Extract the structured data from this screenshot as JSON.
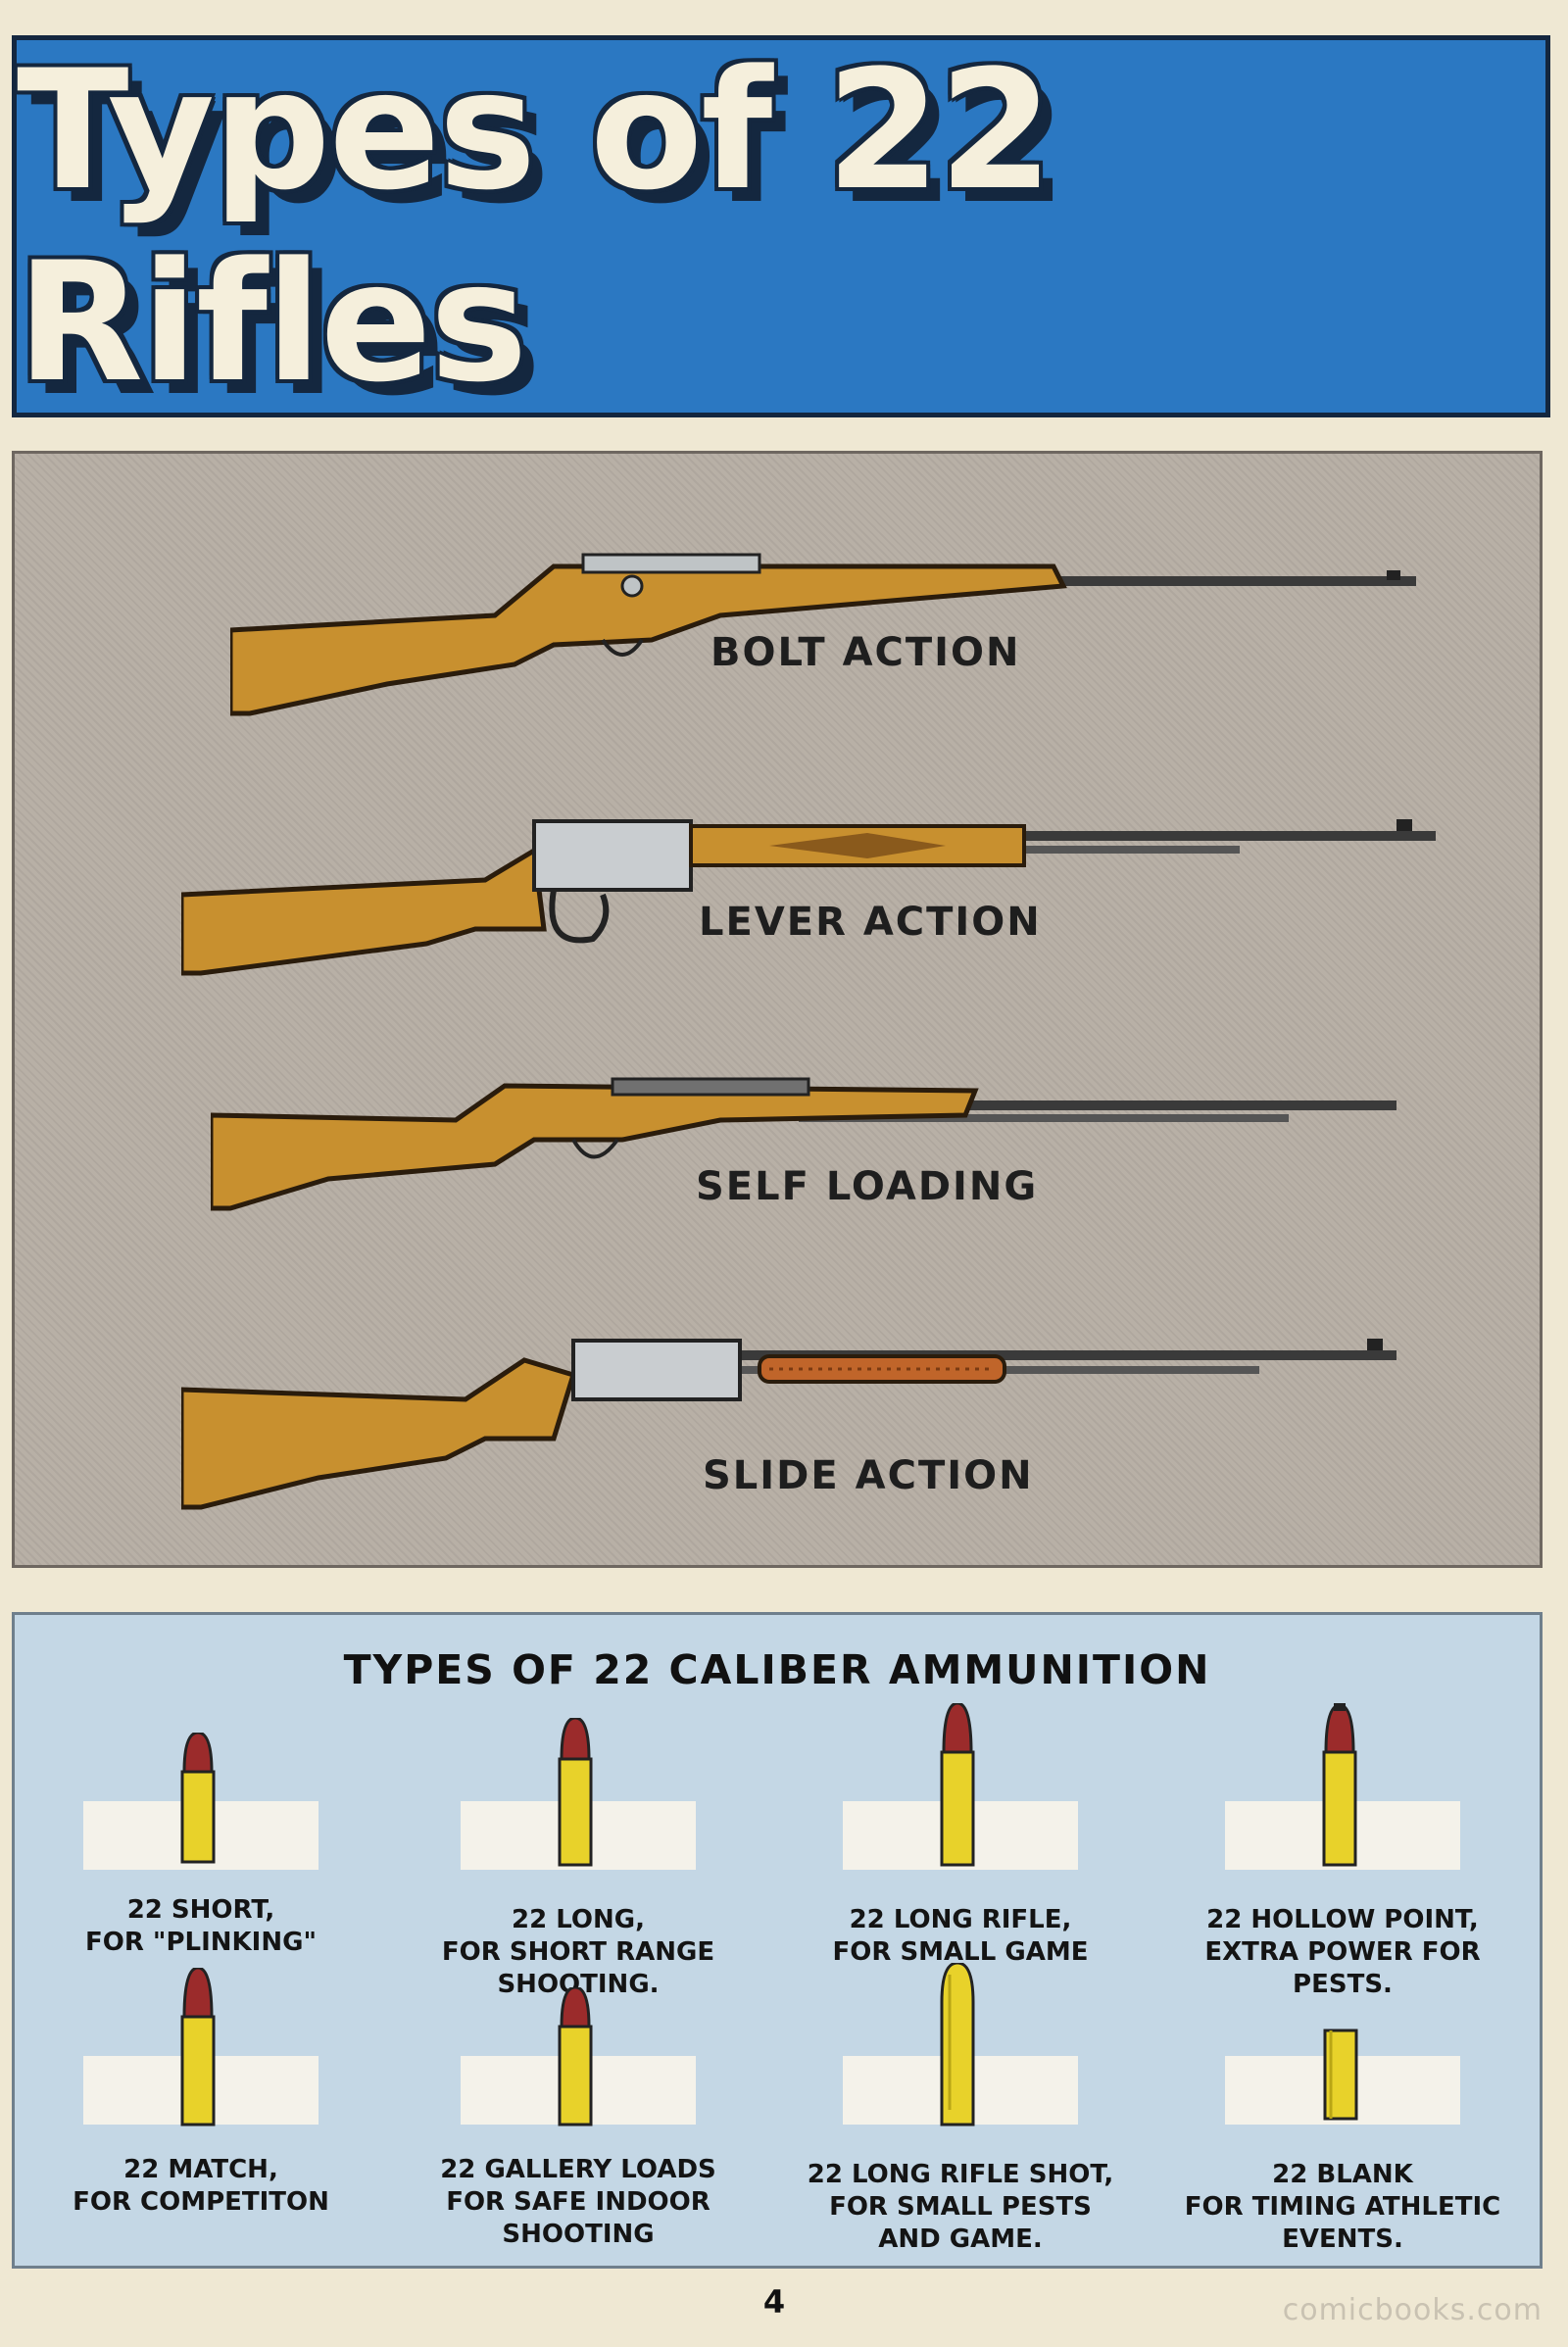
{
  "title": "Types of 22 Rifles",
  "rifles": [
    {
      "label": "BOLT ACTION"
    },
    {
      "label": "LEVER ACTION"
    },
    {
      "label": "SELF LOADING"
    },
    {
      "label": "SLIDE ACTION"
    }
  ],
  "ammunition": {
    "heading": "TYPES OF 22 CALIBER AMMUNITION",
    "items": [
      {
        "caption": "22 SHORT,\nFOR \"PLINKING\""
      },
      {
        "caption": "22 LONG,\nFOR SHORT RANGE\nSHOOTING."
      },
      {
        "caption": "22 LONG RIFLE,\nFOR SMALL GAME"
      },
      {
        "caption": "22 HOLLOW POINT,\nEXTRA POWER FOR PESTS."
      },
      {
        "caption": "22 MATCH,\nFOR COMPETITON"
      },
      {
        "caption": "22 GALLERY LOADS\nFOR SAFE INDOOR SHOOTING"
      },
      {
        "caption": "22 LONG RIFLE SHOT,\nFOR SMALL PESTS\nAND GAME."
      },
      {
        "caption": "22 BLANK\nFOR TIMING ATHLETIC\nEVENTS."
      }
    ]
  },
  "page_number": "4",
  "watermark": "comicbooks.com",
  "colors": {
    "banner": "#2b78c2",
    "wood": "#c8902f",
    "brass": "#e8d22a",
    "bullet": "#9b2b2b",
    "rifle_panel": "#b8b0a6",
    "ammo_panel": "#c4d7e5"
  }
}
